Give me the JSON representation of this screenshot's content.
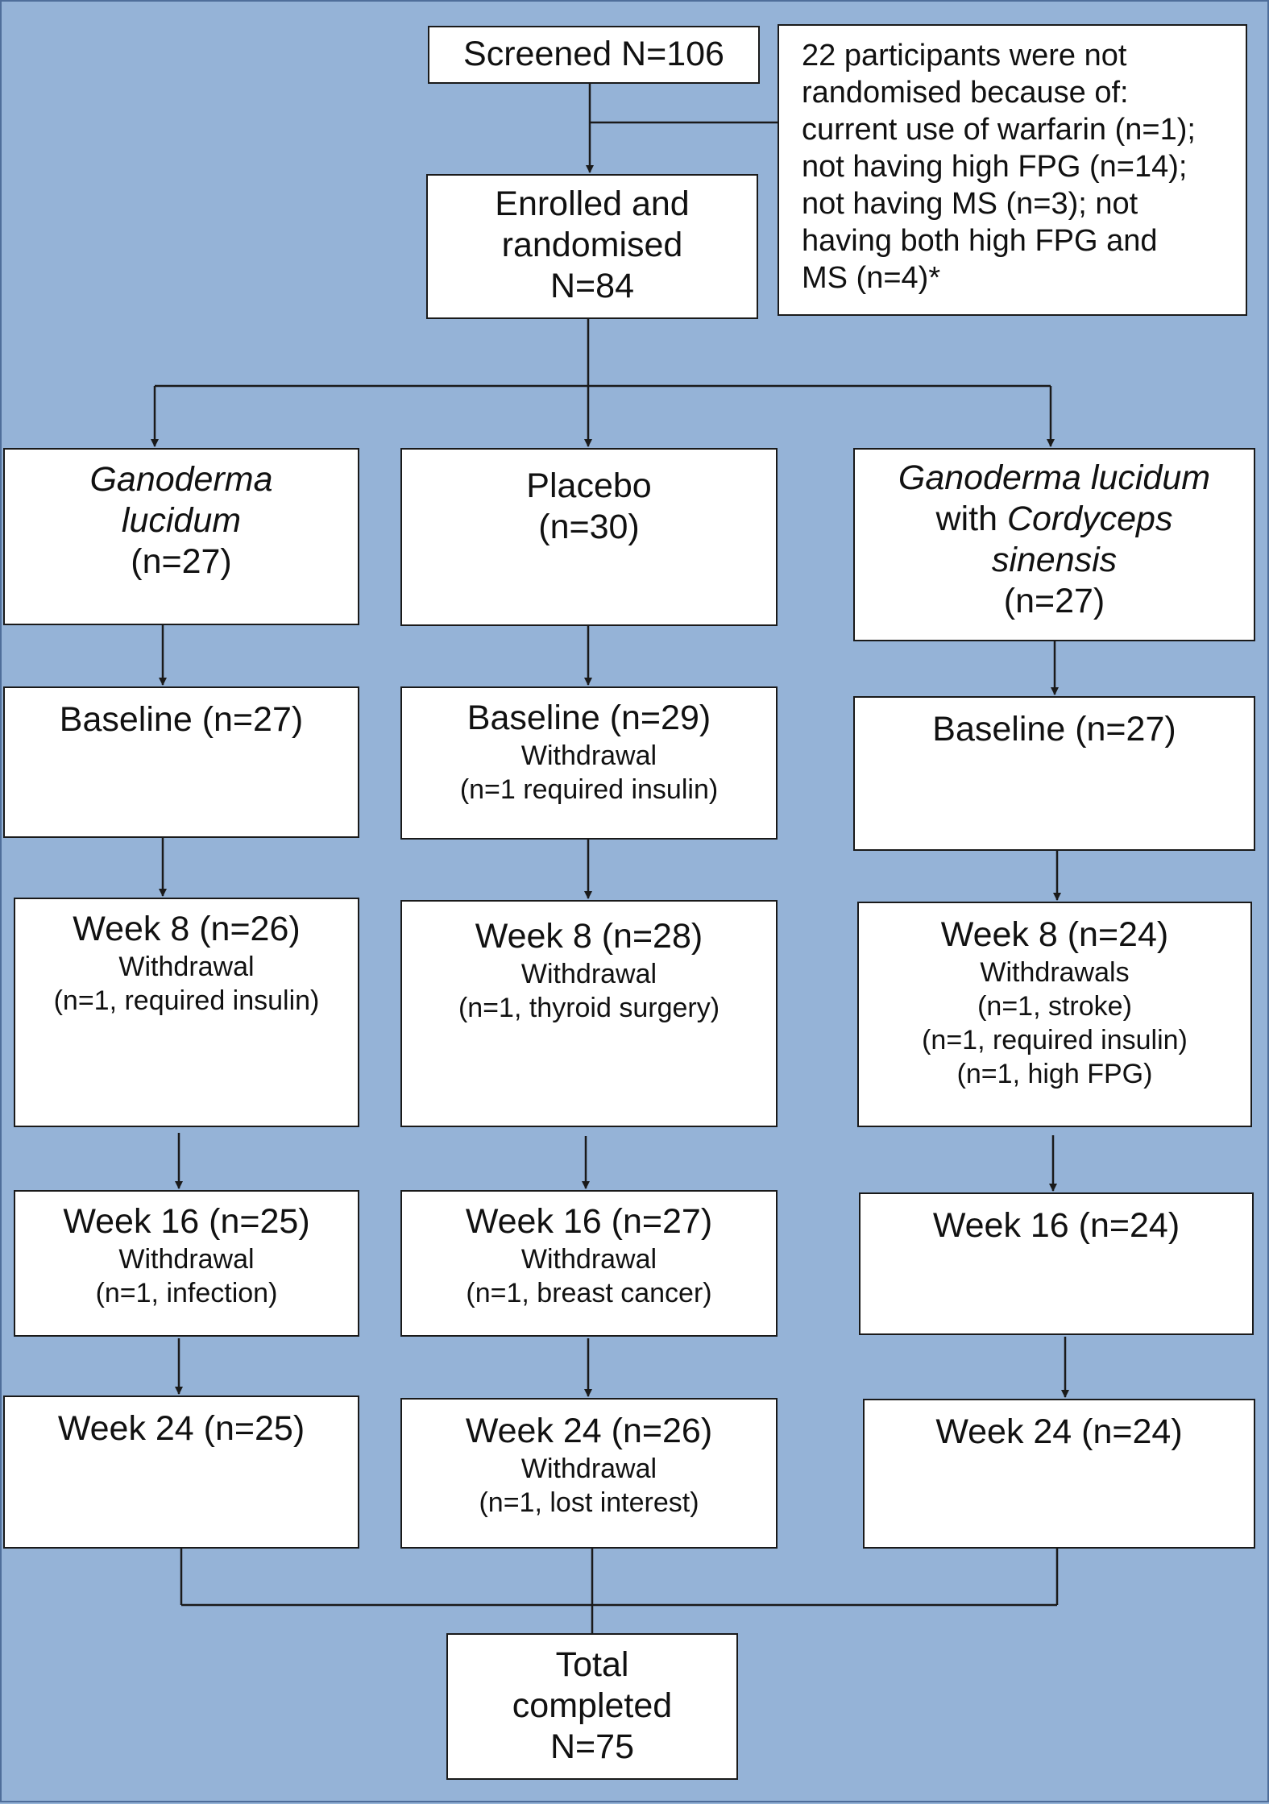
{
  "screened": {
    "label": "Screened N=106"
  },
  "exclusion": {
    "lines": [
      "22 participants were not",
      "randomised because of:",
      "current use of warfarin (n=1);",
      "not having high FPG (n=14);",
      "not having MS (n=3); not",
      "having both high FPG and",
      "MS (n=4)*"
    ]
  },
  "enrolled": {
    "lines": [
      "Enrolled and",
      "randomised",
      "N=84"
    ]
  },
  "arms": {
    "gl": {
      "name_lines": [
        "Ganoderma",
        "lucidum"
      ],
      "count": "(n=27)",
      "baseline": {
        "title": "Baseline (n=27)"
      },
      "week8": {
        "title": "Week 8 (n=26)",
        "details": [
          "Withdrawal",
          "(n=1, required insulin)"
        ]
      },
      "week16": {
        "title": "Week 16 (n=25)",
        "details": [
          "Withdrawal",
          "(n=1, infection)"
        ]
      },
      "week24": {
        "title": "Week 24 (n=25)"
      }
    },
    "placebo": {
      "name": "Placebo",
      "count": "(n=30)",
      "baseline": {
        "title": "Baseline (n=29)",
        "details": [
          "Withdrawal",
          "(n=1 required insulin)"
        ]
      },
      "week8": {
        "title": "Week 8 (n=28)",
        "details": [
          "Withdrawal",
          "(n=1, thyroid surgery)"
        ]
      },
      "week16": {
        "title": "Week 16 (n=27)",
        "details": [
          "Withdrawal",
          "(n=1, breast cancer)"
        ]
      },
      "week24": {
        "title": "Week 24 (n=26)",
        "details": [
          "Withdrawal",
          "(n=1, lost interest)"
        ]
      }
    },
    "glcs": {
      "name_line1": "Ganoderma lucidum",
      "name_line2_prefix": "with ",
      "name_line2_italic": "Cordyceps",
      "name_line3": "sinensis",
      "count": "(n=27)",
      "baseline": {
        "title": "Baseline (n=27)"
      },
      "week8": {
        "title": "Week 8 (n=24)",
        "details": [
          "Withdrawals",
          "(n=1, stroke)",
          "(n=1, required insulin)",
          "(n=1, high FPG)"
        ]
      },
      "week16": {
        "title": "Week 16 (n=24)"
      },
      "week24": {
        "title": "Week 24 (n=24)"
      }
    }
  },
  "total": {
    "lines": [
      "Total",
      "completed",
      "N=75"
    ]
  },
  "colors": {
    "background": "#95b3d7",
    "box": "#ffffff",
    "line": "#1a1a1a"
  }
}
